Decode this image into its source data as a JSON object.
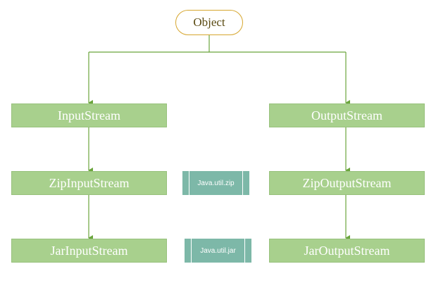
{
  "diagram": {
    "root": {
      "label": "Object"
    },
    "left_branch": {
      "nodes": [
        "InputStream",
        "ZipInputStream",
        "JarInputStream"
      ]
    },
    "right_branch": {
      "nodes": [
        "OutputStream",
        "ZipOutputStream",
        "JarOutputStream"
      ]
    },
    "packages": [
      "Java.util.zip",
      "Java.util.jar"
    ],
    "colors": {
      "node_fill": "#a8d08d",
      "package_fill": "#7db8a8",
      "root_border": "#d6a62e",
      "connector": "#6aa53c"
    }
  }
}
